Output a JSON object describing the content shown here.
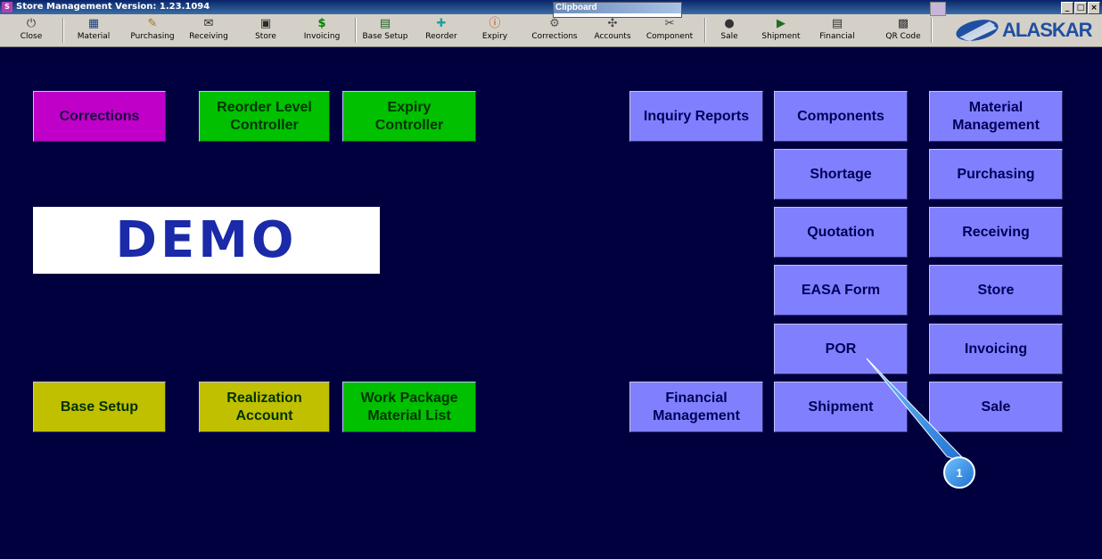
{
  "window": {
    "title": "Store Management  Version: 1.23.1094",
    "app_icon": "S",
    "clipboard_label": "Clipboard",
    "controls": [
      "_",
      "□",
      "×"
    ]
  },
  "toolbar": {
    "items": [
      {
        "label": "Close",
        "icon": "⏻",
        "color": "#333333"
      },
      {
        "label": "Material",
        "icon": "▦",
        "color": "#1f3f7f"
      },
      {
        "label": "Purchasing",
        "icon": "✎",
        "color": "#a0702a"
      },
      {
        "label": "Receiving",
        "icon": "✉",
        "color": "#2a2a2a"
      },
      {
        "label": "Store",
        "icon": "▣",
        "color": "#2a2a2a"
      },
      {
        "label": "Invoicing",
        "icon": "$",
        "color": "#008000"
      },
      {
        "label": "Base Setup",
        "icon": "▤",
        "color": "#1f5f1f"
      },
      {
        "label": "Reorder",
        "icon": "✚",
        "color": "#20a0a0"
      },
      {
        "label": "Expiry",
        "icon": "ⓘ",
        "color": "#c04000"
      },
      {
        "label": "Corrections",
        "icon": "⚙",
        "color": "#555555"
      },
      {
        "label": "Accounts",
        "icon": "✣",
        "color": "#444444"
      },
      {
        "label": "Component",
        "icon": "✂",
        "color": "#444444"
      },
      {
        "label": "Sale",
        "icon": "●",
        "color": "#333333"
      },
      {
        "label": "Shipment",
        "icon": "▶",
        "color": "#1f6f1f"
      },
      {
        "label": "Financial",
        "icon": "▤",
        "color": "#333333"
      },
      {
        "label": "QR Code",
        "icon": "▩",
        "color": "#333333"
      }
    ],
    "logo_text": "ALASKAR"
  },
  "tiles": {
    "corrections": "Corrections",
    "reorder": "Reorder Level\nController",
    "expiry": "Expiry\nController",
    "base_setup": "Base Setup",
    "realization": "Realization\nAccount",
    "work_package": "Work Package\nMaterial List",
    "inquiry": "Inquiry Reports",
    "financial_mgmt": "Financial\nManagement",
    "components": "Components",
    "shortage": "Shortage",
    "quotation": "Quotation",
    "easa": "EASA Form",
    "por": "POR",
    "shipment": "Shipment",
    "material_mgmt": "Material\nManagement",
    "purchasing": "Purchasing",
    "receiving": "Receiving",
    "store": "Store",
    "invoicing": "Invoicing",
    "sale": "Sale"
  },
  "watermark": "DEMO",
  "callout": {
    "number": "1",
    "color": "#1e90e8"
  }
}
